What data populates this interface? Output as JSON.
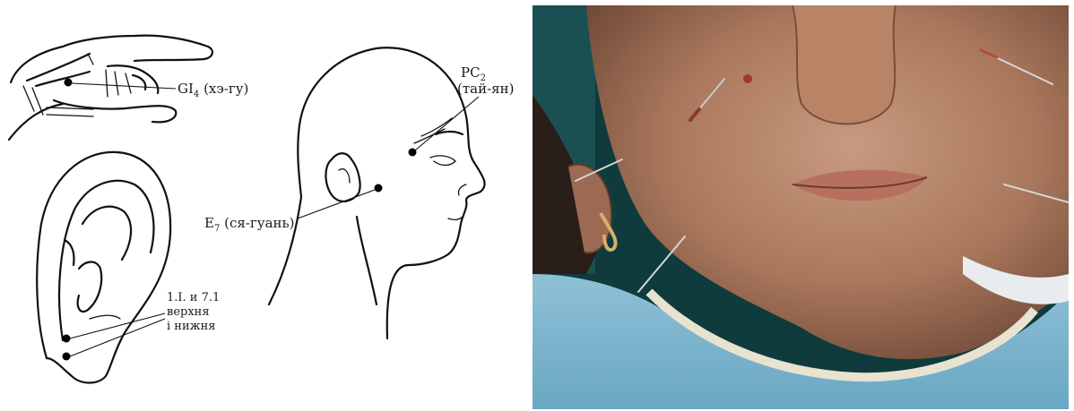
{
  "points": {
    "gi4": {
      "code": "GI",
      "sub": "4",
      "name": "(хэ-гу)"
    },
    "pc2": {
      "code": "PC",
      "sub": "2",
      "name": "(тай-ян)"
    },
    "e7": {
      "code": "E",
      "sub": "7",
      "name": "(ся-гуань)"
    },
    "ear": {
      "line1": "1.I. и 7.1",
      "line2": "верхня",
      "line3": "і нижня"
    }
  }
}
